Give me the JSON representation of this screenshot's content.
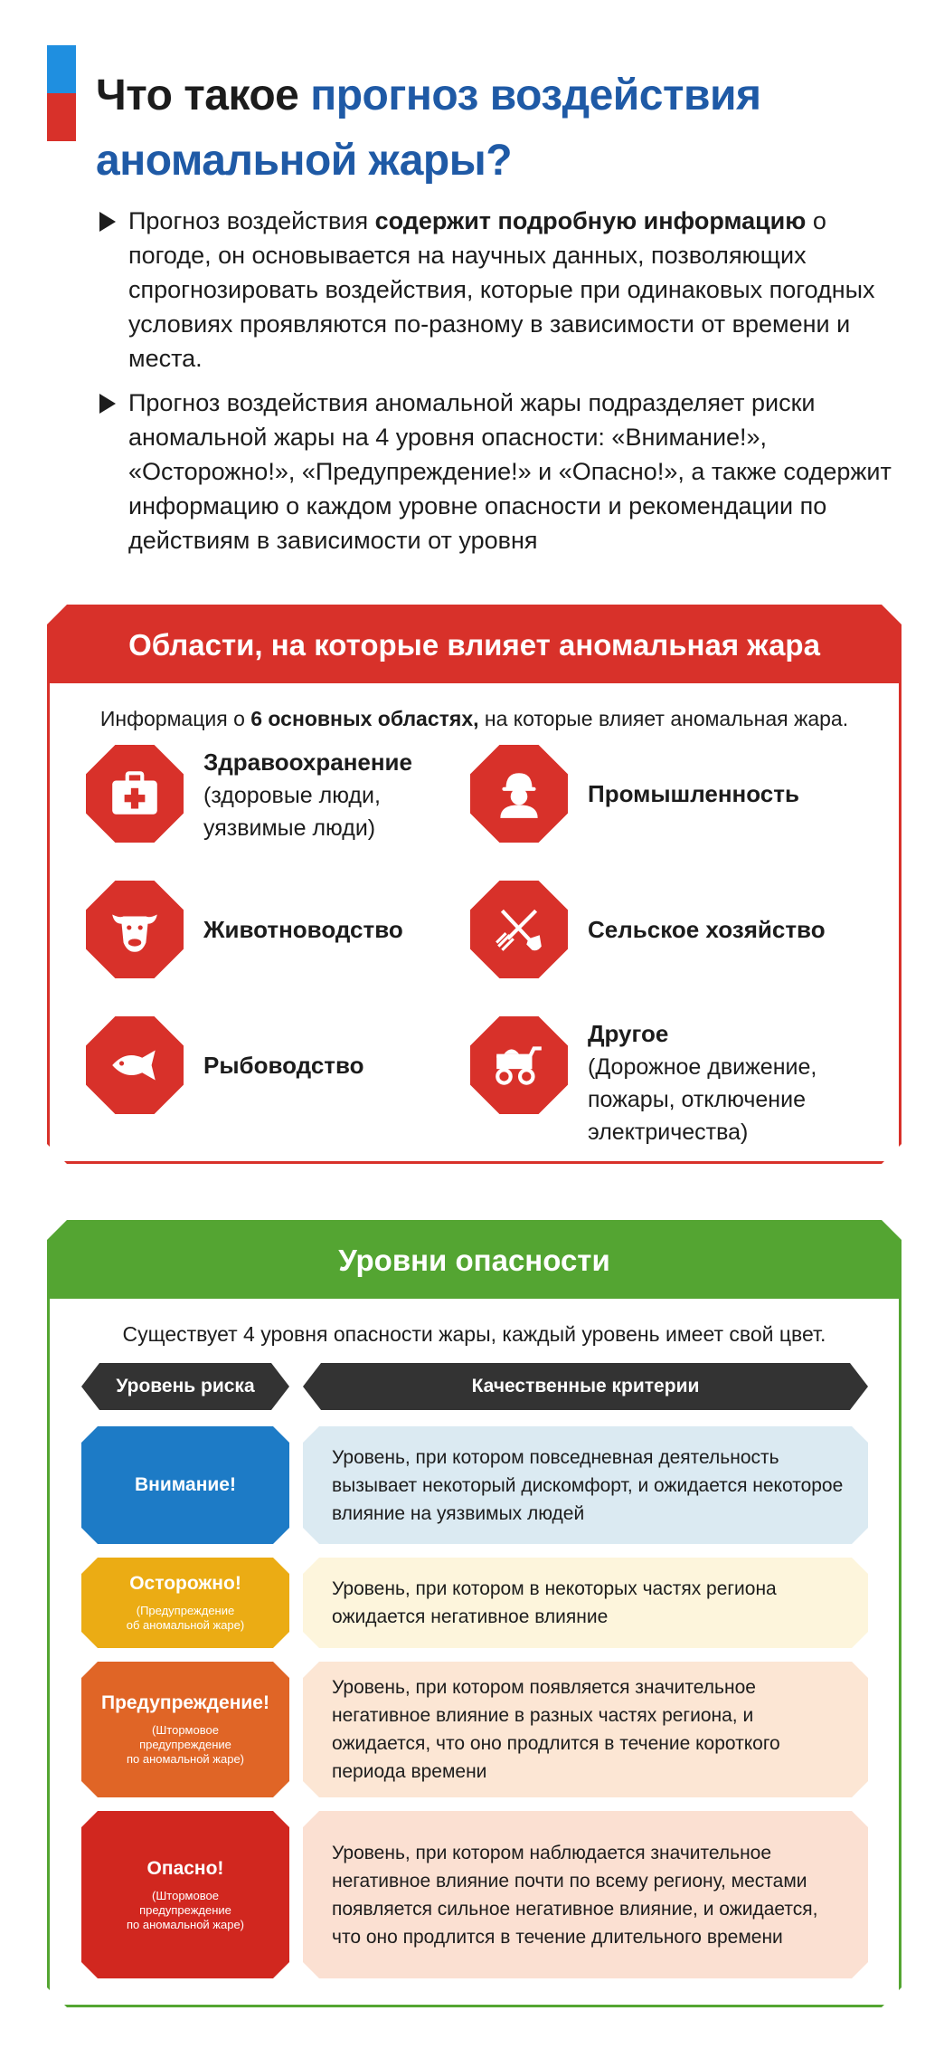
{
  "title": {
    "part1": "Что такое ",
    "part2": "прогноз воздействия",
    "line2": "аномальной жары?"
  },
  "bullets": [
    {
      "pre": "Прогноз воздействия ",
      "bold": "содержит подробную информацию",
      "post": " о погоде, он основывается на научных данных, позволяющих спрогнозировать воздействия, которые при одинаковых погодных условиях проявляются по-разному в зависимости от времени и места."
    },
    {
      "pre": "Прогноз воздействия аномальной жары подразделяет риски аномальной жары на 4 уровня опасности: «Внимание!», «Осторожно!», «Предупреждение!» и «Опасно!», а также содержит информацию о каждом уровне опасности и рекомендации по действиям в зависимости от уровня",
      "bold": "",
      "post": ""
    }
  ],
  "areas_panel": {
    "header": "Области, на которые влияет аномальная жара",
    "intro_pre": "Информация о ",
    "intro_bold": "6 основных областях,",
    "intro_post": " на которые влияет аномальная жара.",
    "items": [
      {
        "title": "Здравоохранение",
        "sub": "(здоровые люди,\n уязвимые люди)",
        "icon": "medical-kit-icon"
      },
      {
        "title": "Промышленность",
        "sub": "",
        "icon": "worker-icon"
      },
      {
        "title": "Животноводство",
        "sub": "",
        "icon": "cow-icon"
      },
      {
        "title": "Сельское хозяйство",
        "sub": "",
        "icon": "fork-shovel-icon"
      },
      {
        "title": "Рыбоводство",
        "sub": "",
        "icon": "fish-icon"
      },
      {
        "title": "Другое",
        "sub": "(Дорожное движение,\n пожары, отключение\n электричества)",
        "icon": "cart-icon"
      }
    ]
  },
  "levels_panel": {
    "header": "Уровни опасности",
    "intro": "Существует 4 уровня опасности жары, каждый уровень имеет свой цвет.",
    "col_risk": "Уровень риска",
    "col_criteria": "Качественные критерии",
    "levels": [
      {
        "name": "Внимание!",
        "note": "",
        "color": "#1d7bc6",
        "bg": "#dbeaf2",
        "desc": "Уровень, при котором повседневная деятельность вызывает некоторый дискомфорт, и ожидается некоторое влияние на уязвимых людей"
      },
      {
        "name": "Осторожно!",
        "note": "(Предупреждение\nоб аномальной жаре)",
        "color": "#ebac14",
        "bg": "#fdf5dc",
        "desc": "Уровень, при котором в некоторых частях региона ожидается негативное влияние"
      },
      {
        "name": "Предупреждение!",
        "note": "(Штормовое\nпредупреждение\nпо аномальной  жаре)",
        "color": "#e06526",
        "bg": "#fce6d4",
        "desc": "Уровень, при котором появляется значительное негативное влияние в разных частях региона, и ожидается, что оно продлится в течение короткого периода времени"
      },
      {
        "name": "Опасно!",
        "note": "(Штормовое\nпредупреждение\nпо аномальной жаре)",
        "color": "#d1271f",
        "bg": "#fbe0d2",
        "desc": "Уровень, при котором наблюдается значительное негативное влияние почти по всему региону, местами появляется сильное негативное влияние, и ожидается, что оно продлится в течение длительного времени"
      }
    ]
  }
}
